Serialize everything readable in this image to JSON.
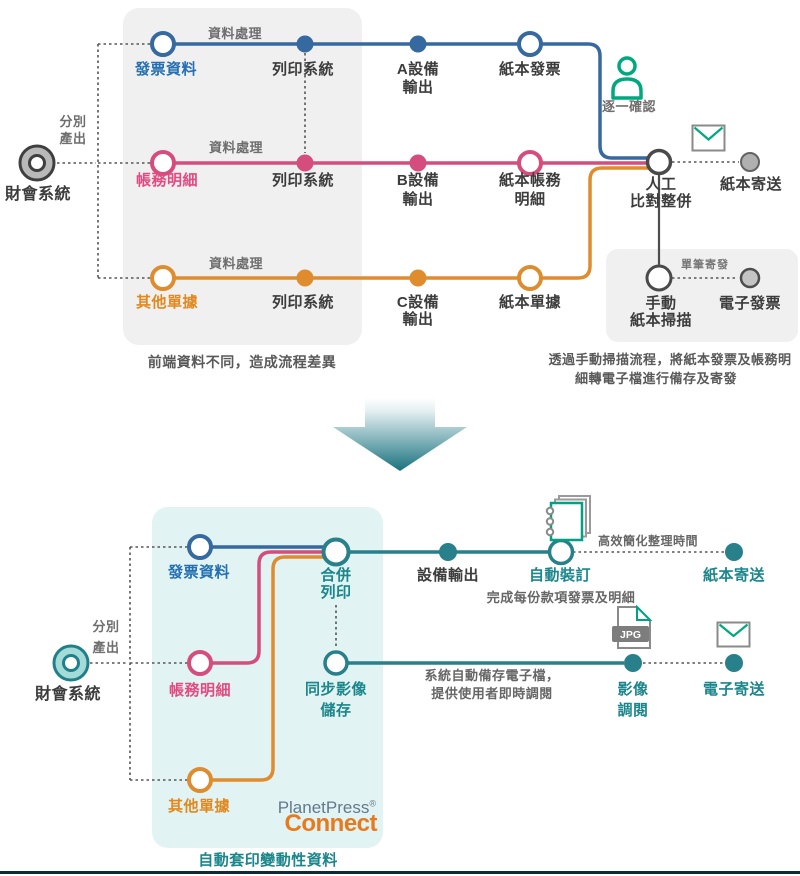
{
  "colors": {
    "blue": "#35699f",
    "blue_text": "#2470b3",
    "pink": "#d44d7c",
    "pink_text": "#e34b80",
    "orange": "#df8c2e",
    "orange_text": "#e1891f",
    "teal": "#27808a",
    "teal_text": "#1b868b",
    "green_icon": "#00a87e",
    "grey_node": "#4a4a4a",
    "grey_box": "#f1f0f1",
    "teal_box": "#e1f3f2",
    "logo_grey_blue": "#64798c",
    "logo_orange": "#e87a1e"
  },
  "top": {
    "source_label": "財會系統",
    "branch_l1": "分別",
    "branch_l2": "產出",
    "rows": [
      {
        "source": "發票資料",
        "process": "資料處理",
        "print": "列印系統",
        "device_l1": "A設備",
        "device_l2": "輸出",
        "output_l1": "紙本發票",
        "output_l2": ""
      },
      {
        "source": "帳務明細",
        "process": "資料處理",
        "print": "列印系統",
        "device_l1": "B設備",
        "device_l2": "輸出",
        "output_l1": "紙本帳務",
        "output_l2": "明細"
      },
      {
        "source": "其他單據",
        "process": "資料處理",
        "print": "列印系統",
        "device_l1": "C設備",
        "device_l2": "輸出",
        "output_l1": "紙本單據",
        "output_l2": ""
      }
    ],
    "confirm_label": "逐一確認",
    "merge_l1": "人工",
    "merge_l2": "比對整併",
    "mail_label": "紙本寄送",
    "scan_l1": "手動",
    "scan_l2": "紙本掃描",
    "scan_send_label": "單筆寄發",
    "scan_result": "電子發票",
    "caption_front": "前端資料不同，造成流程差異",
    "caption_scan_l1": "透過手動掃描流程，將紙本發票及帳務明",
    "caption_scan_l2": "細轉電子檔進行備存及寄發"
  },
  "bottom": {
    "source_label": "財會系統",
    "branch_l1": "分別",
    "branch_l2": "產出",
    "inputs": [
      {
        "label": "發票資料"
      },
      {
        "label": "帳務明細"
      },
      {
        "label": "其他單據"
      }
    ],
    "merge_l1": "合併",
    "merge_l2": "列印",
    "sync_l1": "同步影像",
    "sync_l2": "儲存",
    "device_label": "設備輸出",
    "bind_label": "自動裝訂",
    "bind_caption": "完成每份款項發票及明細",
    "bind_note": "高效簡化整理時間",
    "mail_label": "紙本寄送",
    "image_l1": "影像",
    "image_l2": "調閱",
    "email_label": "電子寄送",
    "sync_caption_l1": "系統自動備存電子檔，",
    "sync_caption_l2": "提供使用者即時調閱",
    "jpg_badge": "JPG",
    "logo_l1": "PlanetPress",
    "logo_sup": "®",
    "logo_l2": "Connect",
    "caption": "自動套印變動性資料"
  }
}
